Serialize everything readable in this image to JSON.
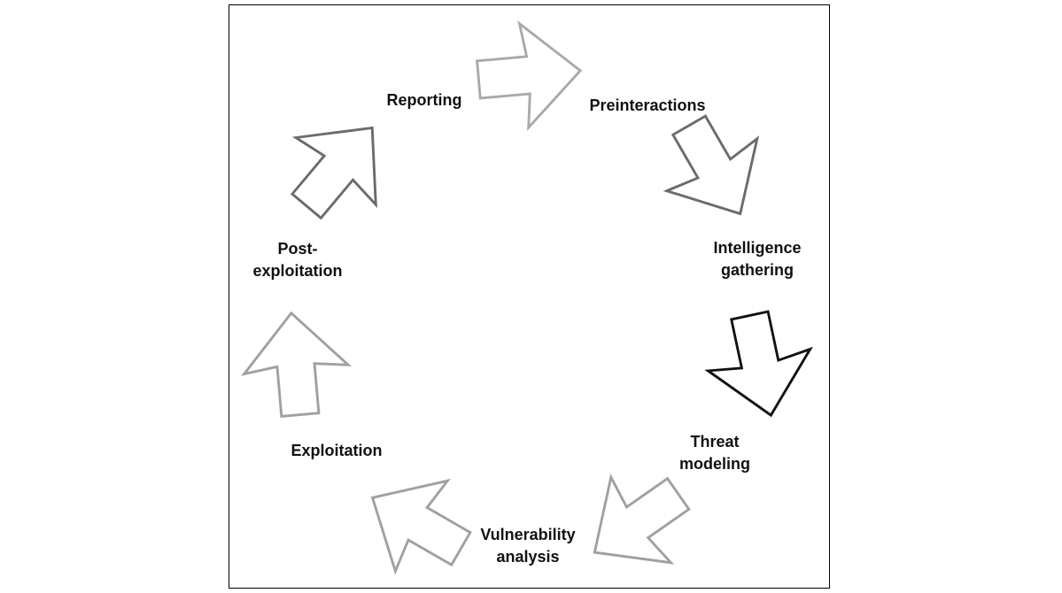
{
  "diagram": {
    "stages": [
      {
        "id": "preinteractions",
        "label": "Preinteractions",
        "color": "#a9a9a9"
      },
      {
        "id": "intelligence",
        "label": "Intelligence\ngathering",
        "color": "#6b6b6b"
      },
      {
        "id": "threat",
        "label": "Threat\nmodeling",
        "color": "#111111"
      },
      {
        "id": "vulnerability",
        "label": "Vulnerability\nanalysis",
        "color": "#a0a0a0"
      },
      {
        "id": "exploitation",
        "label": "Exploitation",
        "color": "#a0a0a0"
      },
      {
        "id": "post",
        "label": "Post-\nexploitation",
        "color": "#a0a0a0"
      },
      {
        "id": "reporting",
        "label": "Reporting",
        "color": "#6b6b6b"
      }
    ]
  }
}
